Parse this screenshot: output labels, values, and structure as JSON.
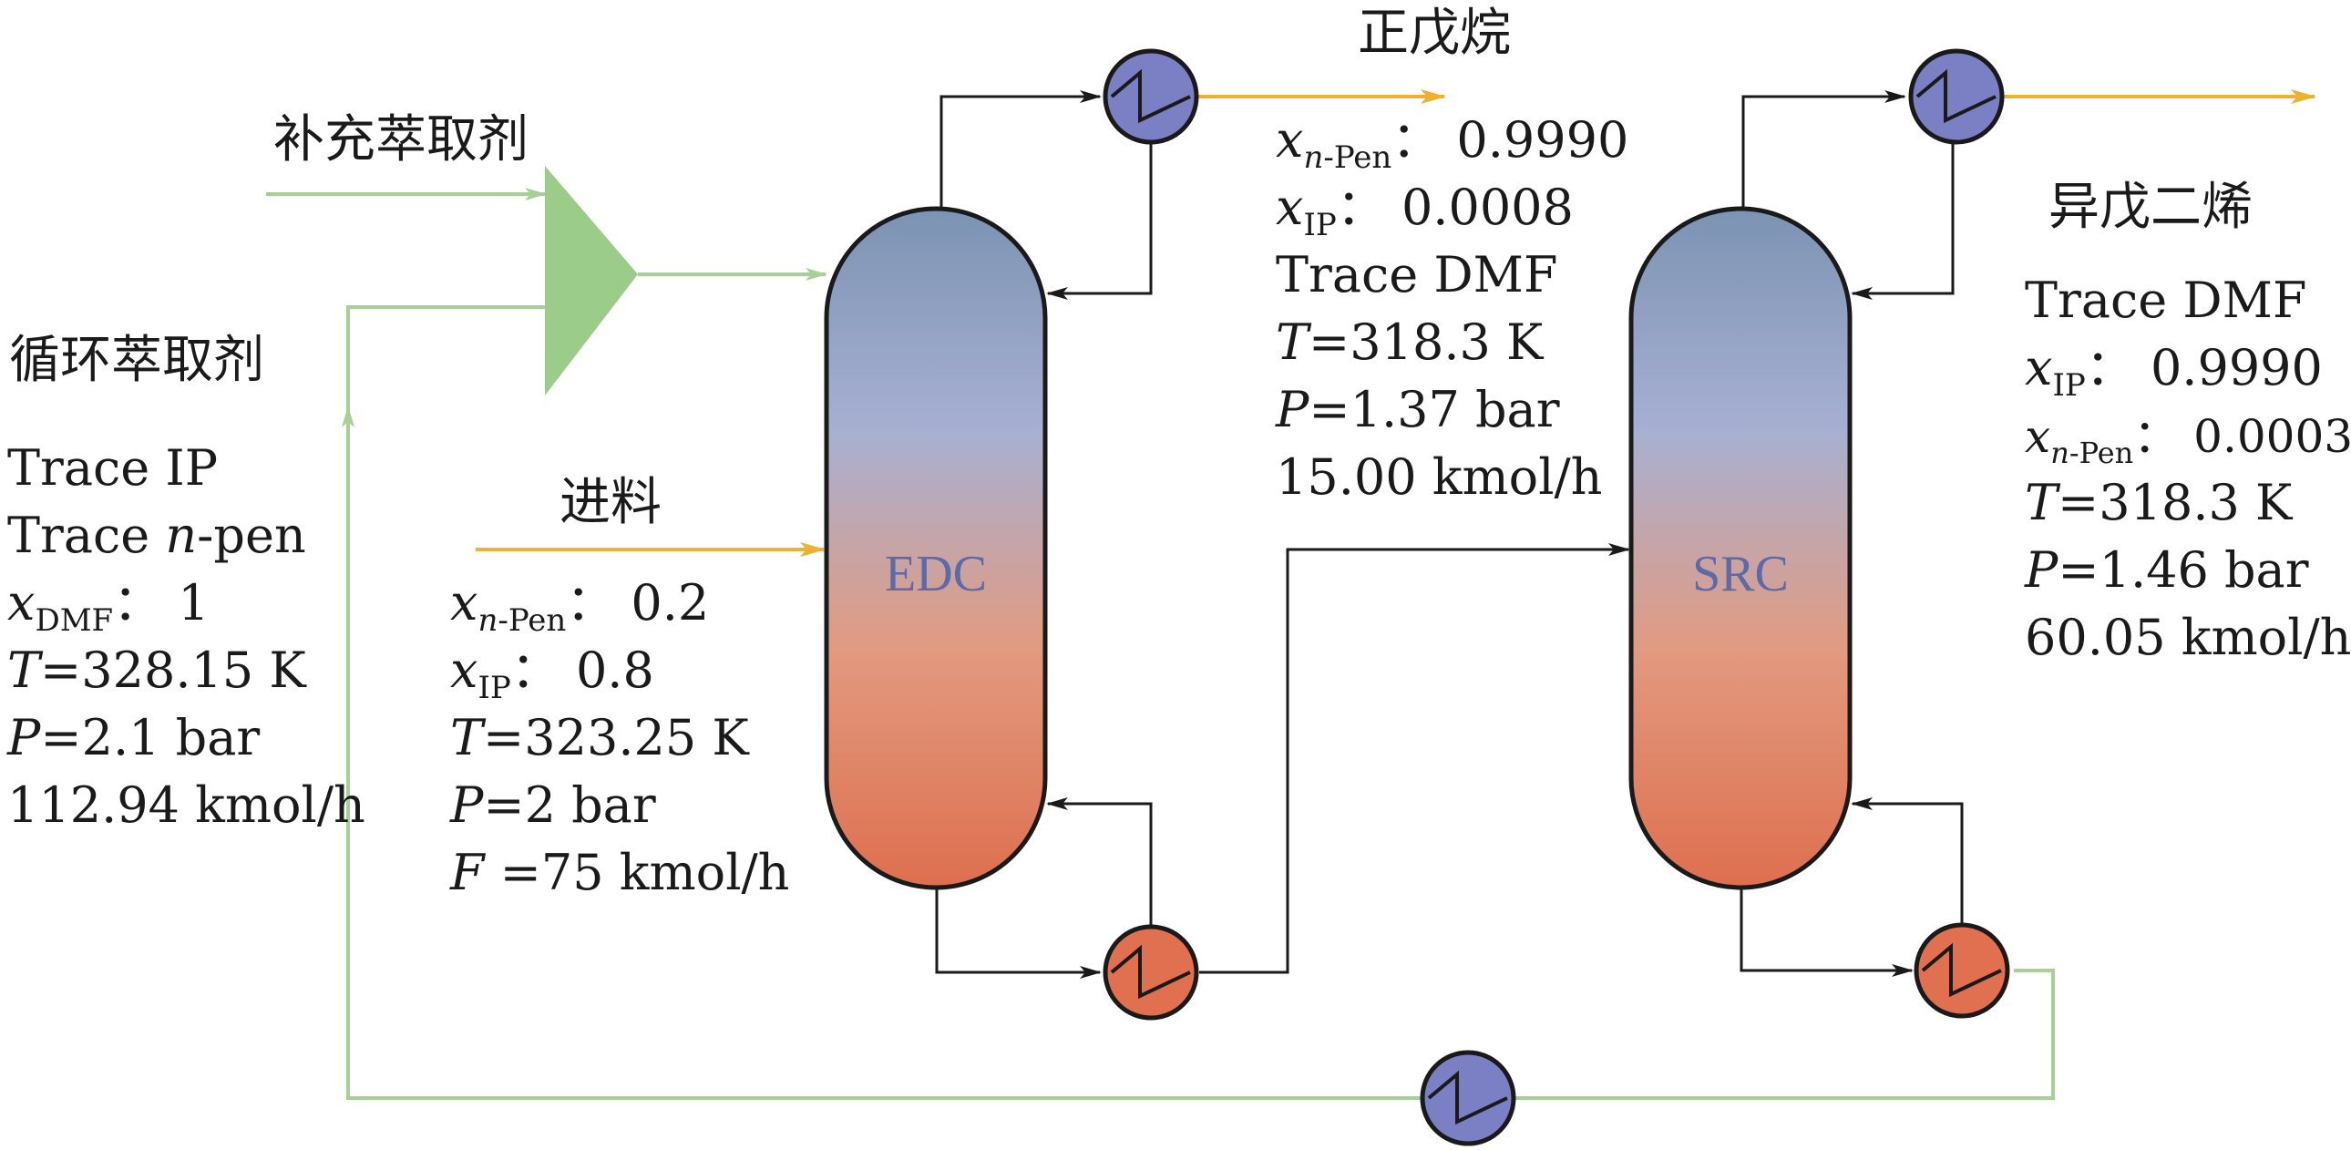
{
  "labels": {
    "makeup_solvent": "补充萃取剂",
    "recycle_solvent": "循环萃取剂",
    "feed": "进料",
    "n_pentane": "正戊烷",
    "isoprene": "异戊二烯"
  },
  "columns": {
    "edc": "EDC",
    "src": "SRC"
  },
  "recycle_stream": {
    "trace1": "Trace IP",
    "trace2_pre": "Trace ",
    "trace2_it": "n",
    "trace2_post": "-pen",
    "x_sub": "DMF",
    "x_val": "：  1",
    "t_val": "=328.15 K",
    "p_val": "=2.1 bar",
    "flow": "112.94 kmol/h"
  },
  "feed_stream": {
    "xnpen_sub_it": "n",
    "xnpen_sub_rest": "-Pen",
    "xnpen_val": "：  0.2",
    "xip_sub": "IP",
    "xip_val": "：  0.8",
    "t_val": "=323.25 K",
    "p_val": "=2 bar",
    "f_val": " =75 kmol/h"
  },
  "npentane_stream": {
    "xnpen_sub_it": "n",
    "xnpen_sub_rest": "-Pen",
    "xnpen_val": "：  0.9990",
    "xip_sub": "IP",
    "xip_val": "：  0.0008",
    "trace": "Trace DMF",
    "t_val": "=318.3 K",
    "p_val": "=1.37 bar",
    "flow": "15.00 kmol/h"
  },
  "isoprene_stream": {
    "trace": "Trace DMF",
    "xip_sub": "IP",
    "xip_val": "：  0.9990",
    "xnpen_sub_it": "n",
    "xnpen_sub_rest": "-Pen",
    "xnpen_val": "：  0.0003",
    "t_val": "=318.3 K",
    "p_val": "=1.46 bar",
    "flow": "60.05 kmol/h"
  },
  "symbols": {
    "x": "x",
    "T": "T",
    "P": "P",
    "F": "F"
  },
  "colors": {
    "column_top": "#7c93b3",
    "column_mid": "#a8b0d2",
    "column_bottom": "#e0704f",
    "condenser": "#7b80c4",
    "reboiler": "#e0704f",
    "recycle_line": "#a8cf95",
    "product_arrow": "#f0b030",
    "mixer": "#9ccc8a"
  }
}
